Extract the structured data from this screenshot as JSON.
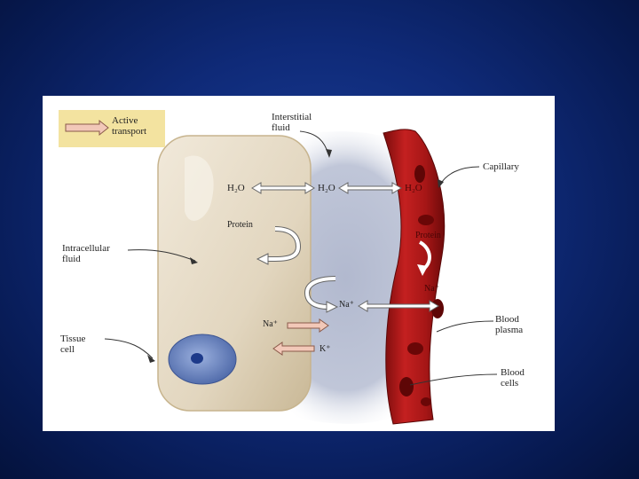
{
  "legend": {
    "line1": "Active",
    "line2": "transport"
  },
  "labels": {
    "interstitial_1": "Interstitial",
    "interstitial_2": "fluid",
    "capillary": "Capillary",
    "intracellular_1": "Intracellular",
    "intracellular_2": "fluid",
    "tissue_1": "Tissue",
    "tissue_2": "cell",
    "plasma_1": "Blood",
    "plasma_2": "plasma",
    "bloodcells_1": "Blood",
    "bloodcells_2": "cells",
    "h2o_cell": "H₂O",
    "h2o_interstitial": "H₂O",
    "h2o_capillary": "H₂O",
    "protein_cell": "Protein",
    "protein_capillary": "Protein",
    "na_capillary": "Na⁺",
    "na_interstitial": "Na⁺",
    "na_cell": "Na⁺",
    "k_label": "K⁺"
  },
  "colors": {
    "slide_bg": "#0f2a78",
    "legend_bg": "#f3e3a0",
    "active_arrow": "#f2c8b8",
    "cell_fill": "#e6dcc8",
    "nucleus": "#6d86c0",
    "capillary": "#b31a1a",
    "interstitial": "#9fa8c2"
  }
}
